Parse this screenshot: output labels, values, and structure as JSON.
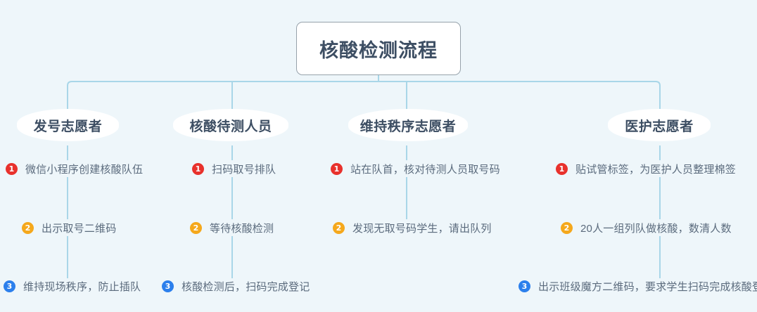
{
  "root": {
    "title": "核酸检测流程"
  },
  "badge_colors": {
    "step1": "#e8312c",
    "step2": "#f5a81c",
    "step3": "#2b7fec"
  },
  "theme": {
    "background": "#eef6fa",
    "connector_line": "#a9d6e8",
    "header_text": "#3d4e63",
    "task_text": "#5b6b7d",
    "root_border": "#97a2ab"
  },
  "columns": [
    {
      "header": "发号志愿者",
      "tasks": [
        {
          "num": "1",
          "text": "微信小程序创建核酸队伍"
        },
        {
          "num": "2",
          "text": "出示取号二维码"
        },
        {
          "num": "3",
          "text": "维持现场秩序，防止插队"
        }
      ]
    },
    {
      "header": "核酸待测人员",
      "tasks": [
        {
          "num": "1",
          "text": "扫码取号排队"
        },
        {
          "num": "2",
          "text": "等待核酸检测"
        },
        {
          "num": "3",
          "text": "核酸检测后，扫码完成登记"
        }
      ]
    },
    {
      "header": "维持秩序志愿者",
      "tasks": [
        {
          "num": "1",
          "text": "站在队首，核对待测人员取号码"
        },
        {
          "num": "2",
          "text": "发现无取号码学生，请出队列"
        }
      ]
    },
    {
      "header": "医护志愿者",
      "tasks": [
        {
          "num": "1",
          "text": "贴试管标签，为医护人员整理棉签"
        },
        {
          "num": "2",
          "text": "20人一组列队做核酸，数清人数"
        },
        {
          "num": "3",
          "text": "出示班级魔方二维码，要求学生扫码完成核酸登记"
        }
      ]
    }
  ]
}
